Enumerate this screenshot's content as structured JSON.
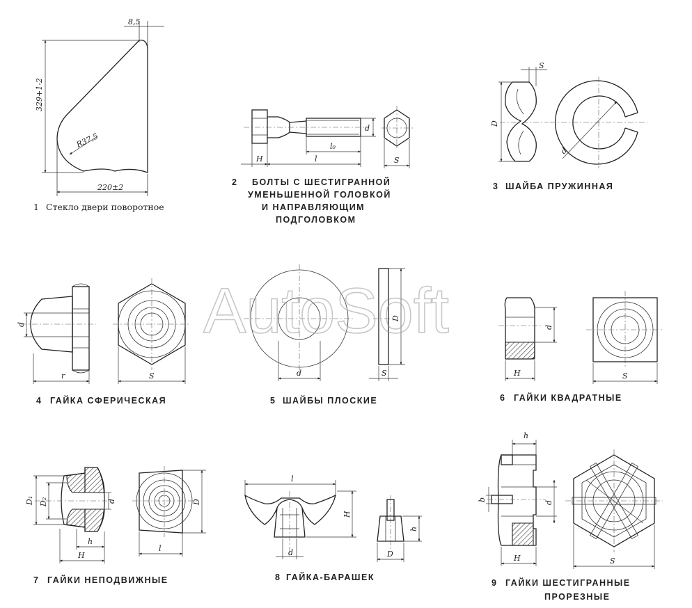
{
  "watermark": "AutoSoft",
  "figures": [
    {
      "id": 1,
      "number": "1",
      "caption": [
        "Стекло двери поворотное"
      ],
      "dims": {
        "top": "8,5",
        "height": "329+1-2",
        "radius": "R37,5",
        "width": "220±2"
      }
    },
    {
      "id": 2,
      "number": "2",
      "caption": [
        "БОЛТЫ С ШЕСТИГРАННОЙ",
        "УМЕНЬШЕННОЙ ГОЛОВКОЙ",
        "И НАПРАВЛЯЮЩИМ",
        "ПОДГОЛОВКОМ"
      ],
      "dims": {
        "H": "H",
        "l": "l",
        "l0": "l₀",
        "d": "d",
        "S": "S"
      }
    },
    {
      "id": 3,
      "number": "3",
      "caption": [
        "ШАЙБА ПРУЖИННАЯ"
      ],
      "dims": {
        "S": "S",
        "D": "D",
        "d": "d"
      }
    },
    {
      "id": 4,
      "number": "4",
      "caption": [
        "ГАЙКА СФЕРИЧЕСКАЯ"
      ],
      "dims": {
        "d": "d",
        "r": "r",
        "S": "S"
      }
    },
    {
      "id": 5,
      "number": "5",
      "caption": [
        "ШАЙБЫ ПЛОСКИЕ"
      ],
      "dims": {
        "D": "D",
        "d": "d",
        "S": "S"
      }
    },
    {
      "id": 6,
      "number": "6",
      "caption": [
        "ГАЙКИ КВАДРАТНЫЕ"
      ],
      "dims": {
        "d": "d",
        "H": "H",
        "S": "S"
      }
    },
    {
      "id": 7,
      "number": "7",
      "caption": [
        "ГАЙКИ НЕПОДВИЖНЫЕ"
      ],
      "dims": {
        "D1": "D₁",
        "D2": "D₂",
        "d": "d",
        "h": "h",
        "H": "H",
        "l": "l",
        "D": "D"
      }
    },
    {
      "id": 8,
      "number": "8",
      "caption": [
        "ГАЙКА-БАРАШЕК"
      ],
      "dims": {
        "l": "l",
        "H": "H",
        "d": "d",
        "h": "h",
        "D": "D"
      }
    },
    {
      "id": 9,
      "number": "9",
      "caption": [
        "ГАЙКИ ШЕСТИГРАННЫЕ",
        "ПРОРЕЗНЫЕ"
      ],
      "dims": {
        "h": "h",
        "b": "b",
        "d": "d",
        "H": "H",
        "S": "S"
      }
    }
  ]
}
